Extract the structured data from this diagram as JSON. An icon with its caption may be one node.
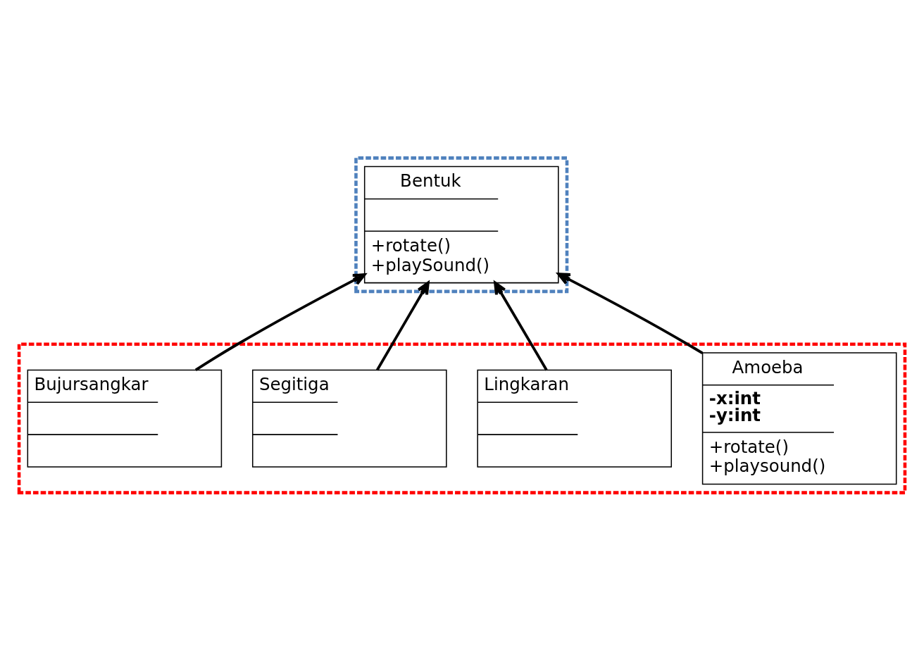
{
  "diagram": {
    "nodes": [
      {
        "text": [],
        "shape": "box"
      },
      {
        "text": [
          "Bentuk",
          "+rotate()",
          "+playSound()"
        ],
        "in": 0
      },
      {
        "text": [],
        "shape": "box"
      },
      {
        "text": [
          "Bujursangkar"
        ],
        "in": 2
      },
      {
        "text": [
          "Segitiga"
        ],
        "in": 2
      },
      {
        "text": [
          "Lingkaran"
        ],
        "in": 2
      },
      {
        "text": [
          "Amoeba",
          "-x:int",
          "-y:int",
          "+rotate()",
          "+playsound()"
        ],
        "in": 2
      }
    ],
    "edges": [
      {
        "from": 3,
        "to": 1,
        "arrow": "to"
      },
      {
        "from": 4,
        "to": 1,
        "arrow": "to"
      },
      {
        "from": 5,
        "to": 1,
        "arrow": "to"
      },
      {
        "from": 6,
        "to": 1,
        "arrow": "to"
      }
    ]
  }
}
